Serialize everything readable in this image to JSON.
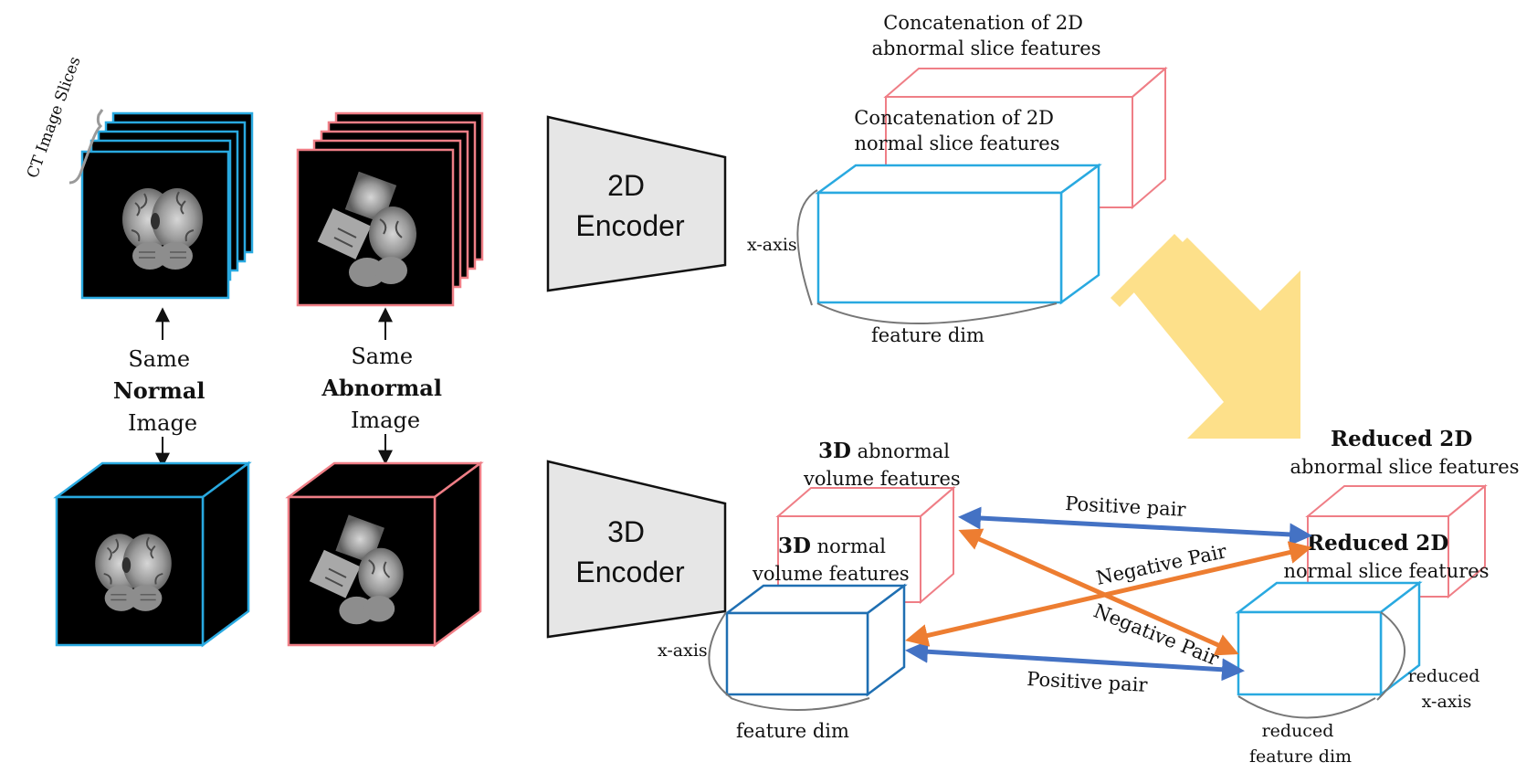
{
  "colors": {
    "blue": "#29a9e0",
    "red": "#ef7e86",
    "dark_blue": "#1f6fb2",
    "positive": "#4472c4",
    "negative": "#ed7d31",
    "encoder_fill": "#e6e6e6",
    "big_arrow": "#fde08a"
  },
  "labels": {
    "ct_slices": "CT Image Slices",
    "same_normal": [
      "Same",
      "Normal",
      "Image"
    ],
    "same_abnormal": [
      "Same",
      "Abnormal",
      "Image"
    ],
    "enc2d": [
      "2D",
      "Encoder"
    ],
    "enc3d": [
      "3D",
      "Encoder"
    ],
    "concat_abnormal": [
      "Concatenation of 2D",
      "abnormal slice features"
    ],
    "concat_normal": [
      "Concatenation of 2D",
      "normal slice features"
    ],
    "x_axis": "x-axis",
    "feature_dim": "feature dim",
    "abn3d_bold": "3D",
    "abn3d_rest": " abnormal",
    "abn3d_line2": "volume features",
    "norm3d_bold": "3D",
    "norm3d_rest": " normal",
    "norm3d_line2": "volume features",
    "reduced_2d": "Reduced 2D",
    "reduced_abnormal_line2": "abnormal slice features",
    "reduced_normal_line2": "normal slice features",
    "positive_pair": "Positive pair",
    "negative_pair": "Negative Pair",
    "reduced_x_axis": [
      "reduced",
      "x-axis"
    ],
    "reduced_feature_dim": [
      "reduced",
      "feature dim"
    ]
  }
}
